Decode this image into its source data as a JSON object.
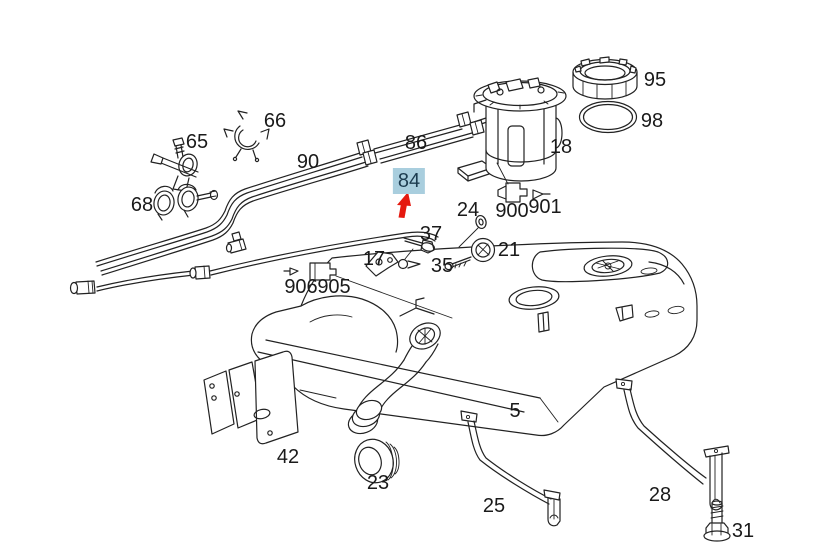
{
  "diagram": {
    "background_color": "#ffffff",
    "line_color": "#222222",
    "highlight": {
      "label": "84",
      "bg_color": "#a9cede",
      "text_color": "#1d3c50",
      "arrow_color": "#e5190f"
    },
    "labels": [
      {
        "id": "65",
        "text": "65"
      },
      {
        "id": "66",
        "text": "66"
      },
      {
        "id": "90",
        "text": "90"
      },
      {
        "id": "86",
        "text": "86"
      },
      {
        "id": "68",
        "text": "68"
      },
      {
        "id": "18",
        "text": "18"
      },
      {
        "id": "95",
        "text": "95"
      },
      {
        "id": "98",
        "text": "98"
      },
      {
        "id": "900",
        "text": "900"
      },
      {
        "id": "901",
        "text": "901"
      },
      {
        "id": "24",
        "text": "24"
      },
      {
        "id": "37",
        "text": "37"
      },
      {
        "id": "21",
        "text": "21"
      },
      {
        "id": "17",
        "text": "17"
      },
      {
        "id": "35",
        "text": "35"
      },
      {
        "id": "906",
        "text": "906"
      },
      {
        "id": "905",
        "text": "905"
      },
      {
        "id": "5",
        "text": "5"
      },
      {
        "id": "42",
        "text": "42"
      },
      {
        "id": "23",
        "text": "23"
      },
      {
        "id": "25",
        "text": "25"
      },
      {
        "id": "28",
        "text": "28"
      },
      {
        "id": "31",
        "text": "31"
      }
    ]
  }
}
